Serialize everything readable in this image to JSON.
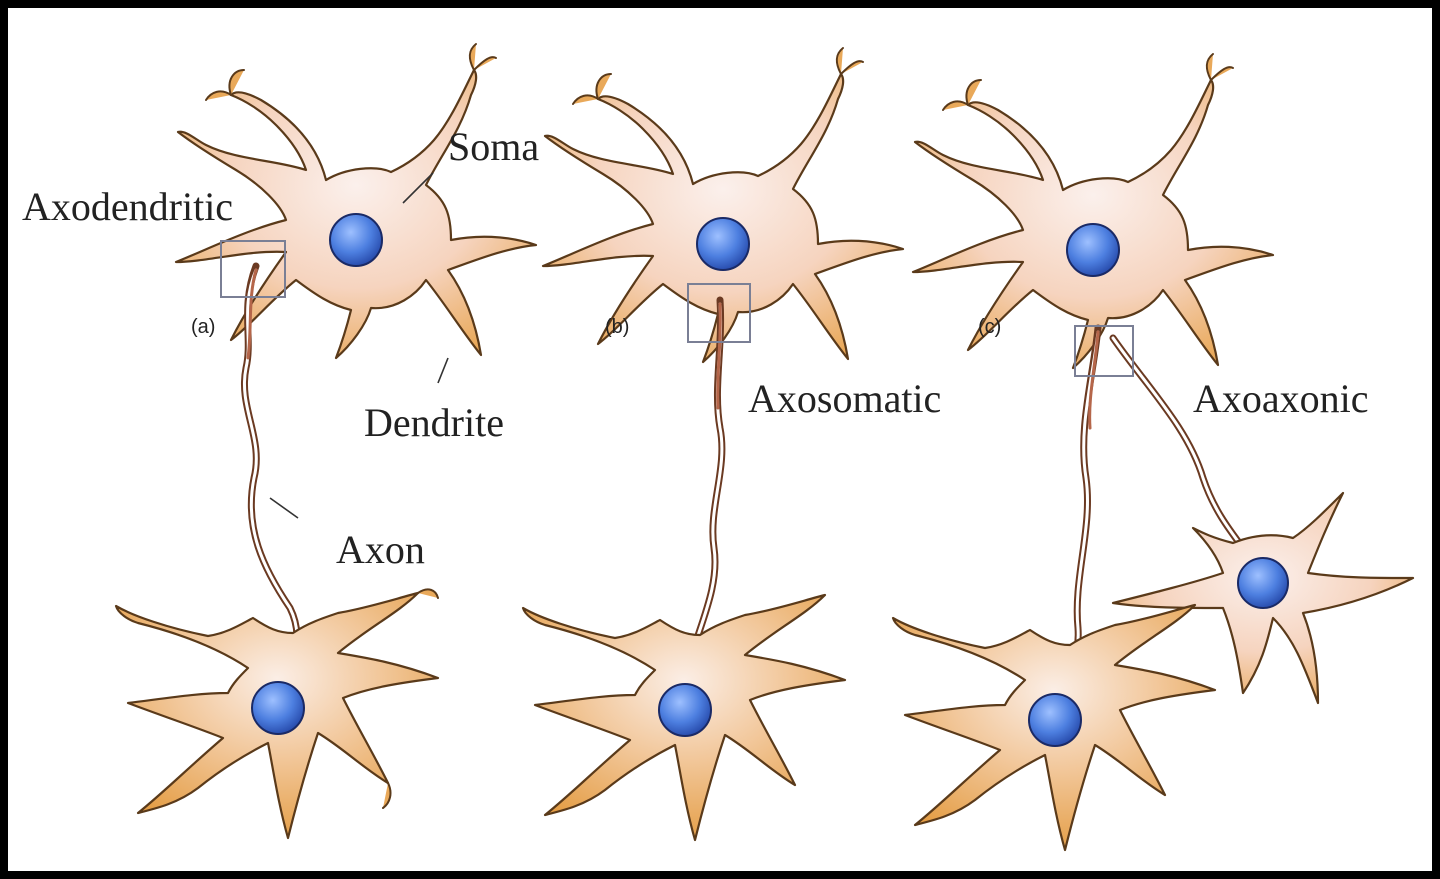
{
  "labels": {
    "soma": "Soma",
    "axodendritic": "Axodendritic",
    "dendrite": "Dendrite",
    "axon": "Axon",
    "axosomatic": "Axosomatic",
    "axoaxonic": "Axoaxonic",
    "panel_a": "(a)",
    "panel_b": "(b)",
    "panel_c": "(c)"
  },
  "colors": {
    "soma_top": "#f8e1d6",
    "soma_bottom": "#e8a54f",
    "nucleus": "#4d7fe0",
    "axon_outline": "#6b3a22",
    "synapse_box": "#7a7f95",
    "frame": "#000000"
  }
}
